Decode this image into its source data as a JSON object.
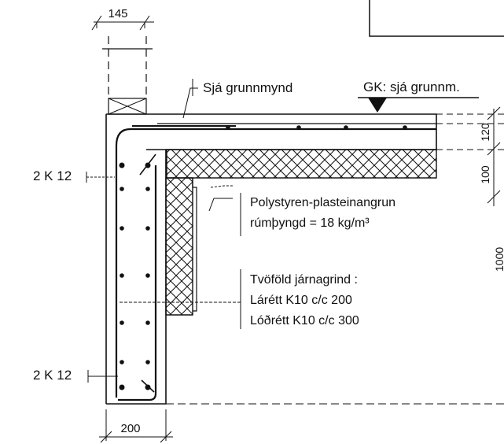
{
  "dimensions": {
    "top_width": "145",
    "bottom_width": "200",
    "slab_top": "120",
    "slab_bottom": "100",
    "right_partial": "1000"
  },
  "labels": {
    "see_plan": "Sjá grunnmynd",
    "gk": "GK: sjá grunnm.",
    "rebar_top": "2 K 12",
    "rebar_bottom": "2 K 12",
    "insulation_line1": "Polystyren-plasteinangrun",
    "insulation_line2": "rúmþyngd = 18 kg/m³",
    "mesh_line1": "Tvöföld járnagrind :",
    "mesh_line2": "Lárétt K10 c/c 200",
    "mesh_line3": "Lóðrétt K10 c/c 300"
  }
}
